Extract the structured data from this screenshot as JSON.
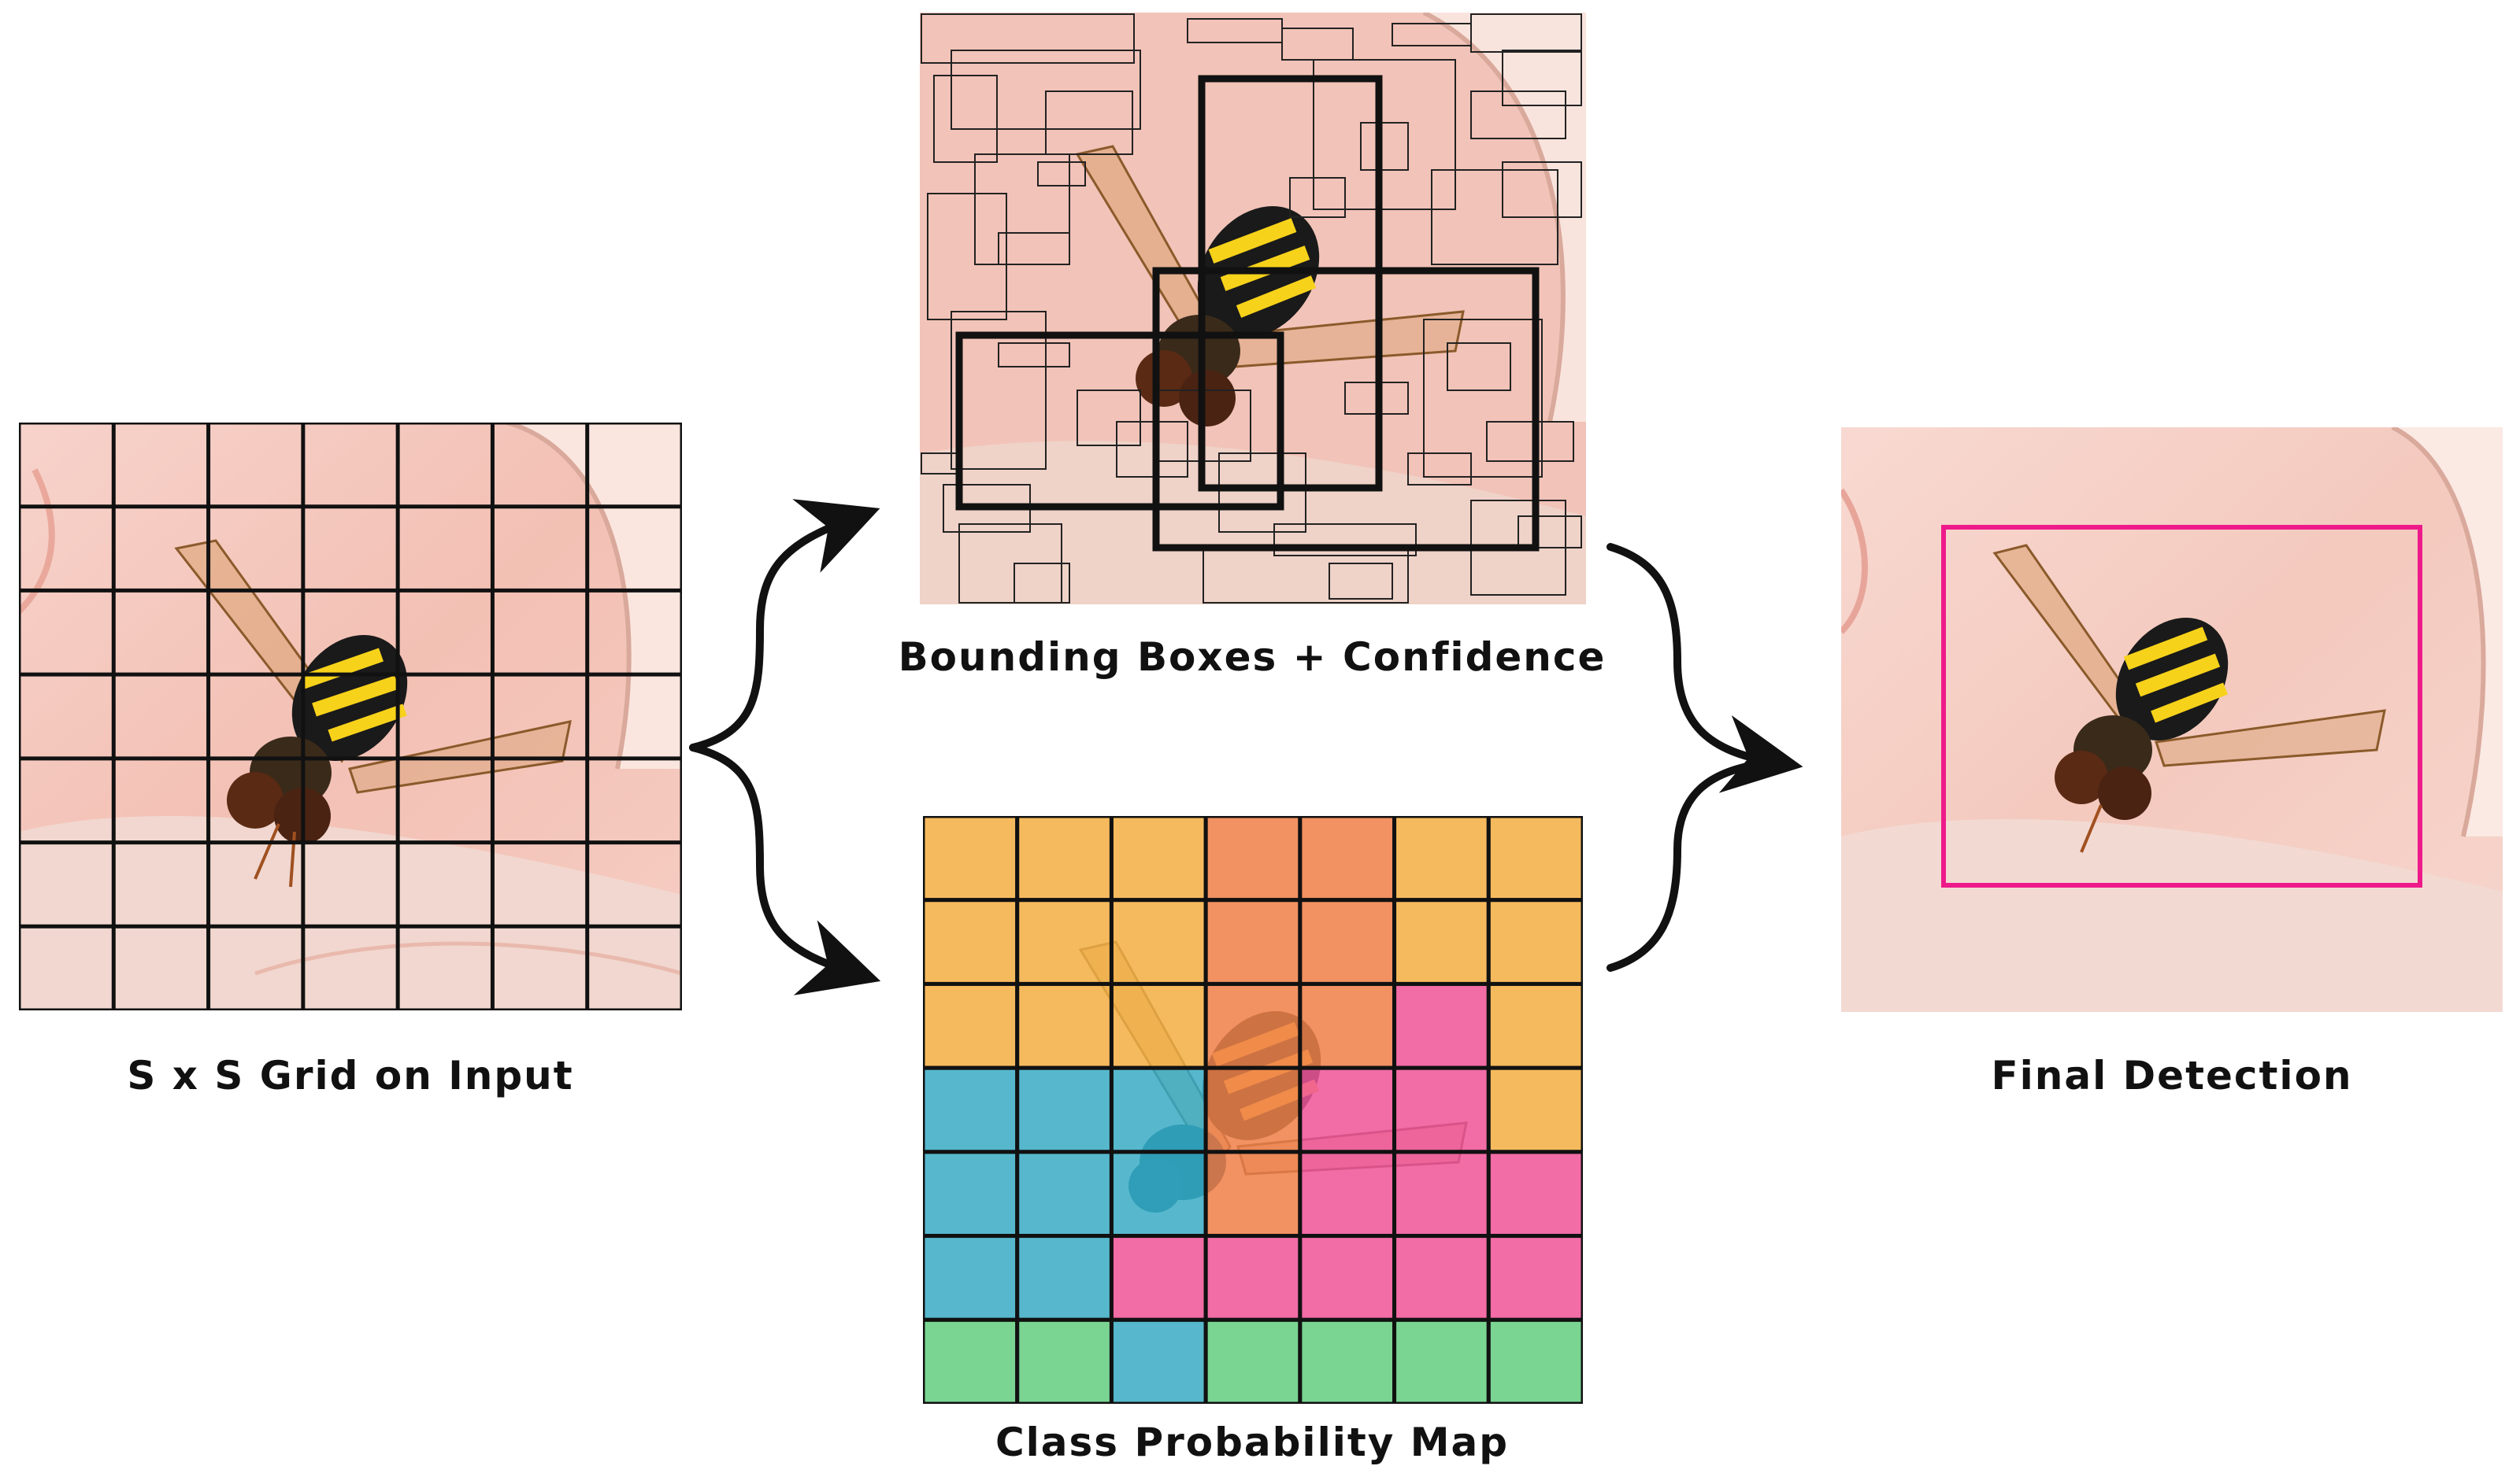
{
  "panels": {
    "input": {
      "caption": "S x S Grid on Input",
      "grid_rows": 7,
      "grid_cols": 7
    },
    "boxes": {
      "caption": "Bounding Boxes + Confidence"
    },
    "classmap": {
      "caption": "Class Probability Map",
      "grid_rows": 7,
      "grid_cols": 7,
      "cells": [
        [
          "orange",
          "orange",
          "orange",
          "red",
          "red",
          "orange",
          "orange"
        ],
        [
          "orange",
          "orange",
          "orange",
          "red",
          "red",
          "orange",
          "orange"
        ],
        [
          "orange",
          "orange",
          "orange",
          "red",
          "red",
          "pink",
          "orange"
        ],
        [
          "blue",
          "blue",
          "blue",
          "red",
          "pink",
          "pink",
          "orange"
        ],
        [
          "blue",
          "blue",
          "blue",
          "red",
          "pink",
          "pink",
          "pink"
        ],
        [
          "blue",
          "blue",
          "pink",
          "pink",
          "pink",
          "pink",
          "pink"
        ],
        [
          "green",
          "green",
          "blue",
          "green",
          "green",
          "green",
          "green"
        ]
      ]
    },
    "final": {
      "caption": "Final Detection"
    }
  },
  "colors": {
    "orange": "#f6b84a",
    "red": "#f2864f",
    "pink": "#f259a2",
    "blue": "#35b6d2",
    "green": "#5fd88a",
    "detection_box": "#ee1a8a",
    "grid_line": "#111111",
    "skin": "#f5c9bf"
  }
}
